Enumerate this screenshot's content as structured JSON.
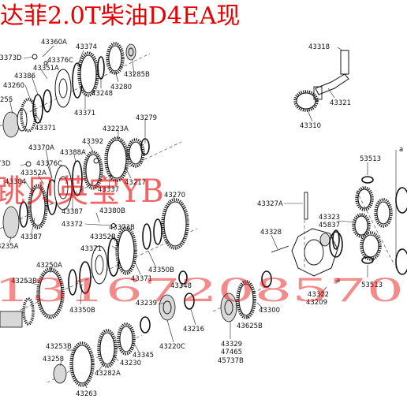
{
  "header": {
    "title": "达菲2.0T柴油D4EA现"
  },
  "watermark": {
    "line1": "跳贝英宝YB",
    "line2": "13167208570"
  },
  "labels": {
    "l43360A": "43360A",
    "l43373D": "43373D",
    "l43376C_a": "43376C",
    "l43351A": "43351A",
    "l43374": "43374",
    "l43386": "43386",
    "l43260": "43260",
    "l255": "255",
    "l43371_a": "43371",
    "l43371_b": "43371",
    "l43280": "43280",
    "l43285B": "43285B",
    "l43248": "43248",
    "l43318": "43318",
    "l43321": "43321",
    "l43310": "43310",
    "l43279": "43279",
    "l43223A": "43223A",
    "l43392": "43392",
    "l43370A": "43370A",
    "l73D": "73D",
    "l43388A": "43388A",
    "l43376C_b": "43376C",
    "l43352A": "43352A",
    "l43384": "43384",
    "l43217": "43217",
    "l43337": "43337",
    "l43387_a": "43387",
    "l43387_b": "43387",
    "l43380B": "43380B",
    "l43372": "43372",
    "l43373B": "43373B",
    "l43352B": "43352B",
    "l3235A": "3235A",
    "l43371_c": "43371",
    "l43371_d": "43371",
    "l43270": "43270",
    "l43327A": "43327A",
    "l43328": "43328",
    "l53513_a": "53513",
    "l53513_b": "53513",
    "la_1": "a",
    "la_2": "a",
    "l43323": "43323",
    "l45837": "45837",
    "l43350B_a": "43350B",
    "l43350B_b": "43350B",
    "l43250A": "43250A",
    "l43253B_a": "43253B",
    "l43253B_b": "43253B",
    "l43348": "43348",
    "l43239": "43239",
    "l43322": "43322",
    "l43209": "43209",
    "l43300": "43300",
    "l43625B": "43625B",
    "l43216": "43216",
    "l43345": "43345",
    "l43220C": "43220C",
    "l43329": "43329",
    "l47465": "47465",
    "l45737B": "45737B",
    "l43258": "43258",
    "l43230": "43230",
    "l43282A": "43282A",
    "l43263": "43263"
  }
}
